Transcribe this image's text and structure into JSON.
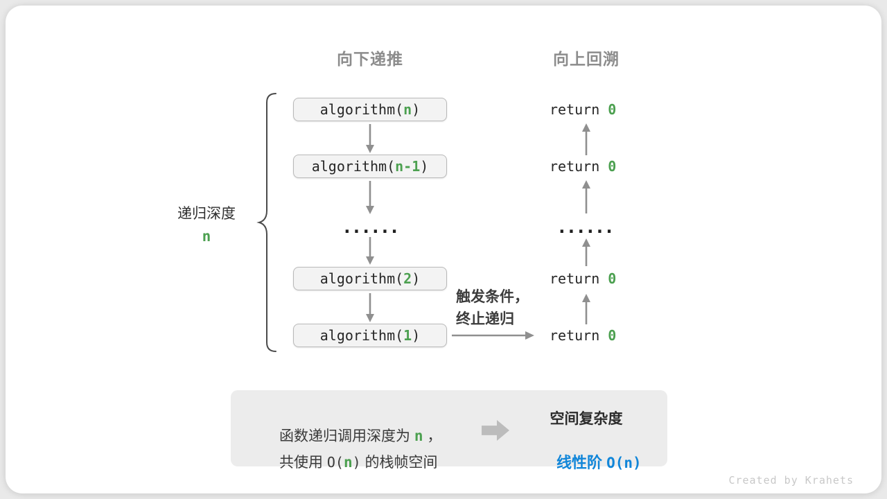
{
  "colors": {
    "accent_green": "#4ca050",
    "accent_blue": "#1186d9",
    "box_fill": "#f3f3f3",
    "box_border": "#b9b9b9",
    "arrow_gray": "#8f8f8f",
    "header_gray": "#8c8c8c",
    "summary_bg": "#ececec"
  },
  "headers": {
    "recurse": "向下递推",
    "backtrack": "向上回溯"
  },
  "depth": {
    "label": "递归深度",
    "value": "n"
  },
  "calls": [
    {
      "pre": "algorithm(",
      "arg": "n",
      "post": ")"
    },
    {
      "pre": "algorithm(",
      "arg": "n-1",
      "post": ")"
    },
    {
      "pre": "algorithm(",
      "arg": "2",
      "post": ")"
    },
    {
      "pre": "algorithm(",
      "arg": "1",
      "post": ")"
    }
  ],
  "returns": [
    {
      "pre": "return ",
      "val": "0"
    },
    {
      "pre": "return ",
      "val": "0"
    },
    {
      "pre": "return ",
      "val": "0"
    },
    {
      "pre": "return ",
      "val": "0"
    }
  ],
  "ellipsis": "......",
  "trigger": {
    "line1": "触发条件，",
    "line2": "终止递归"
  },
  "summary": {
    "l1_pre": "函数递归调用深度为 ",
    "l1_var": "n",
    "l1_post": " ，",
    "l2_pre": "共使用 ",
    "l2_code_pre": "O(",
    "l2_var": "n",
    "l2_code_post": ")",
    "l2_post": " 的栈帧空间",
    "right_title": "空间复杂度",
    "right_label": "线性阶 ",
    "right_code_pre": "O(",
    "right_var": "n",
    "right_code_post": ")"
  },
  "credit": "Created by Krahets"
}
